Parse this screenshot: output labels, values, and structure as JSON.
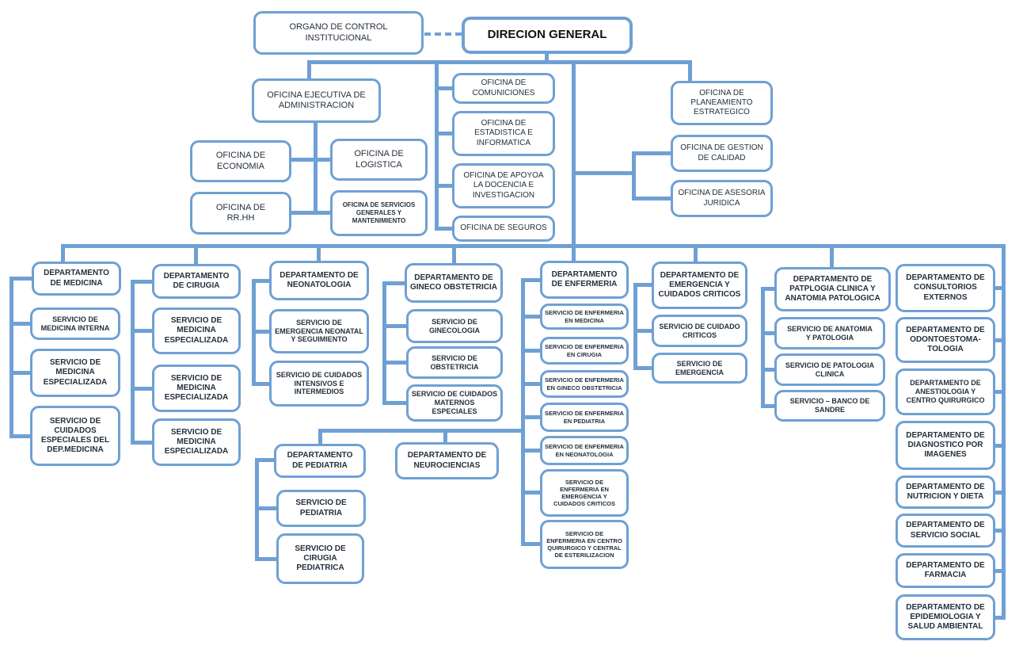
{
  "accent_color": "#6FA0D4",
  "text_color": "#24303C",
  "background_color": "#FFFFFF",
  "nodes": {
    "organo_control": "ORGANO DE CONTROL\nINSTITUCIONAL",
    "direccion_general": "DIRECION GENERAL",
    "oficina_ejecutiva": "OFICINA EJECUTIVA DE\nADMINISTRACION",
    "oficina_economia": "OFICINA DE\nECONOMIA",
    "oficina_logistica": "OFICINA DE\nLOGISTICA",
    "oficina_rrhh": "OFICINA DE\nRR.HH",
    "oficina_servicios_generales": "OFICINA DE SERVICIOS\nGENERALES Y\nMANTENIMIENTO",
    "oficina_comunicaciones": "OFICINA DE\nCOMUNICIONES",
    "oficina_estadistica": "OFICINA DE\nESTADISTICA E\nINFORMATICA",
    "oficina_apoyo_docencia": "OFICINA DE APOYOA\nLA DOCENCIA E\nINVESTIGACION",
    "oficina_seguros": "OFICINA DE SEGUROS",
    "oficina_planeamiento": "OFICINA DE\nPLANEAMIENTO\nESTRATEGICO",
    "oficina_gestion_calidad": "OFICINA DE GESTION\nDE CALIDAD",
    "oficina_asesoria_juridica": "OFICINA DE ASESORIA\nJURIDICA",
    "dep_medicina": "DEPARTAMENTO\nDE MEDICINA",
    "srv_medicina_interna": "SERVICIO DE\nMEDICINA INTERNA",
    "srv_medicina_especializada": "SERVICIO DE\nMEDICINA\nESPECIALIZADA",
    "srv_cuidados_especiales": "SERVICIO DE\nCUIDADOS\nESPECIALES DEL\nDEP.MEDICINA",
    "dep_cirugia": "DEPARTAMENTO\nDE CIRUGIA",
    "srv_cirugia_espec_1": "SERVICIO DE\nMEDICINA\nESPECIALIZADA",
    "srv_cirugia_espec_2": "SERVICIO DE\nMEDICINA\nESPECIALIZADA",
    "srv_cirugia_espec_3": "SERVICIO DE\nMEDICINA\nESPECIALIZADA",
    "dep_neonatologia": "DEPARTAMENTO DE\nNEONATOLOGIA",
    "srv_emergencia_neonatal": "SERVICIO DE\nEMERGENCIA NEONATAL\nY SEGUIMIENTO",
    "srv_cuidados_intensivos": "SERVICIO DE CUIDADOS\nINTENSIVOS E\nINTERMEDIOS",
    "dep_gineco": "DEPARTAMENTO DE\nGINECO OBSTETRICIA",
    "srv_ginecologia": "SERVICIO DE\nGINECOLOGIA",
    "srv_obstetricia": "SERVICIO DE\nOBSTETRICIA",
    "srv_maternos": "SERVICIO DE CUIDADOS\nMATERNOS ESPECIALES",
    "dep_pediatria": "DEPARTAMENTO\nDE PEDIATRIA",
    "srv_pediatria": "SERVICIO DE\nPEDIATRIA",
    "srv_cirugia_pediatrica": "SERVICIO DE\nCIRUGIA\nPEDIATRICA",
    "dep_neurociencias": "DEPARTAMENTO DE\nNEUROCIENCIAS",
    "dep_enfermeria": "DEPARTAMENTO\nDE ENFERMERIA",
    "srv_enf_medicina": "SERVICIO DE ENFERMERIA\nEN MEDICINA",
    "srv_enf_cirugia": "SERVICIO DE ENFERMERIA\nEN CIRUGIA",
    "srv_enf_gineco": "SERVICIO DE ENFERMERIA\nEN GINECO OBSTETRICIA",
    "srv_enf_pediatria": "SERVICIO DE ENFERMERIA\nEN PEDIATRIA",
    "srv_enf_neonatologia": "SERVICIO DE ENFERMERIA\nEN NEONATOLOGIA",
    "srv_enf_emergencia": "SERVICIO DE\nENFERMERIA EN\nEMERGENCIA Y\nCUIDADOS CRITICOS",
    "srv_enf_centro_quirurgico": "SERVICIO DE\nENFERMERIA EN CENTRO\nQUIRURGICO Y CENTRAL\nDE ESTERILIZACION",
    "dep_emergencia": "DEPARTAMENTO DE\nEMERGENCIA Y\nCUIDADOS CRITICOS",
    "srv_cuidado_criticos": "SERVICIO DE CUIDADO\nCRITICOS",
    "srv_emergencia": "SERVICIO DE\nEMERGENCIA",
    "dep_patologia": "DEPARTAMENTO DE\nPATPLOGIA CLINICA Y\nANATOMIA PATOLOGICA",
    "srv_anatomia_patologia": "SERVICIO DE ANATOMIA\nY PATOLOGIA",
    "srv_patologia_clinica": "SERVICIO DE PATOLOGIA\nCLINICA",
    "srv_banco_sangre": "SERVICIO – BANCO DE\nSANDRE",
    "dep_consultorios": "DEPARTAMENTO DE\nCONSULTORIOS\nEXTERNOS",
    "dep_odonto": "DEPARTAMENTO DE\nODONTOESTOMA-\nTOLOGIA",
    "dep_anestesiologia": "DEPARTAMENTO DE\nANESTIOLOGIA Y\nCENTRO QUIRURGICO",
    "dep_diagnostico": "DEPARTAMENTO DE\nDIAGNOSTICO POR\nIMAGENES",
    "dep_nutricion": "DEPARTAMENTO DE\nNUTRICION Y DIETA",
    "dep_servicio_social": "DEPARTAMENTO DE\nSERVICIO SOCIAL",
    "dep_farmacia": "DEPARTAMENTO DE\nFARMACIA",
    "dep_epidemiologia": "DEPARTAMENTO DE\nEPIDEMIOLOGIA Y\nSALUD AMBIENTAL"
  },
  "hierarchy": {
    "direccion_general": [
      "organo_control (advisory, dashed)",
      "oficina_ejecutiva",
      "oficina_comunicaciones",
      "oficina_estadistica",
      "oficina_apoyo_docencia",
      "oficina_seguros",
      "oficina_planeamiento",
      "oficina_gestion_calidad",
      "oficina_asesoria_juridica",
      "dep_medicina",
      "dep_cirugia",
      "dep_neonatologia",
      "dep_gineco",
      "dep_enfermeria",
      "dep_emergencia",
      "dep_patologia",
      "dep_consultorios",
      "dep_odonto",
      "dep_anestesiologia",
      "dep_diagnostico",
      "dep_nutricion",
      "dep_servicio_social",
      "dep_farmacia",
      "dep_epidemiologia",
      "dep_pediatria",
      "dep_neurociencias"
    ],
    "oficina_ejecutiva": [
      "oficina_economia",
      "oficina_logistica",
      "oficina_rrhh",
      "oficina_servicios_generales"
    ],
    "dep_medicina": [
      "srv_medicina_interna",
      "srv_medicina_especializada",
      "srv_cuidados_especiales"
    ],
    "dep_cirugia": [
      "srv_cirugia_espec_1",
      "srv_cirugia_espec_2",
      "srv_cirugia_espec_3"
    ],
    "dep_neonatologia": [
      "srv_emergencia_neonatal",
      "srv_cuidados_intensivos"
    ],
    "dep_gineco": [
      "srv_ginecologia",
      "srv_obstetricia",
      "srv_maternos"
    ],
    "dep_pediatria": [
      "srv_pediatria",
      "srv_cirugia_pediatrica"
    ],
    "dep_enfermeria": [
      "srv_enf_medicina",
      "srv_enf_cirugia",
      "srv_enf_gineco",
      "srv_enf_pediatria",
      "srv_enf_neonatologia",
      "srv_enf_emergencia",
      "srv_enf_centro_quirurgico"
    ],
    "dep_emergencia": [
      "srv_cuidado_criticos",
      "srv_emergencia"
    ],
    "dep_patologia": [
      "srv_anatomia_patologia",
      "srv_patologia_clinica",
      "srv_banco_sangre"
    ]
  }
}
